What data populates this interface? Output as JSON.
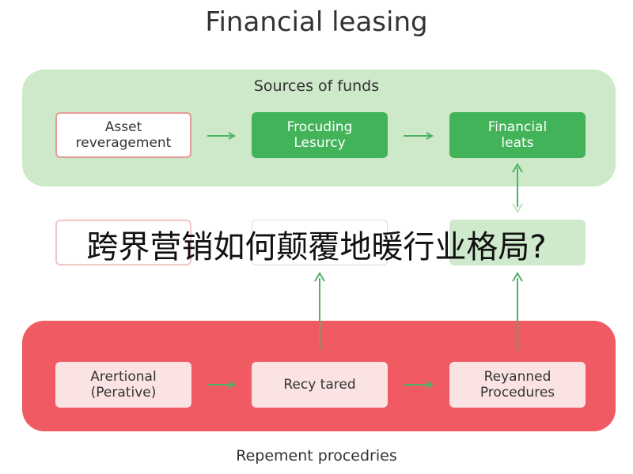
{
  "title": "Financial leasing",
  "top_panel": {
    "title": "Sources of funds",
    "boxes": [
      "Asset\nreveragement",
      "Frocuding\nLesurcy",
      "Financial\nleats"
    ]
  },
  "bottom_panel": {
    "title": "Repement procedries",
    "boxes": [
      "Arertional\n(Perative)",
      "Recy tared",
      "Reyanned\nProcedures"
    ]
  },
  "overlay_text": "跨界营销如何颠覆地暖行业格局?",
  "colors": {
    "top_panel": "#cde9c9",
    "bottom_panel": "#ef5a63",
    "green_box": "#43b35a",
    "arrow": "#4fb364"
  }
}
